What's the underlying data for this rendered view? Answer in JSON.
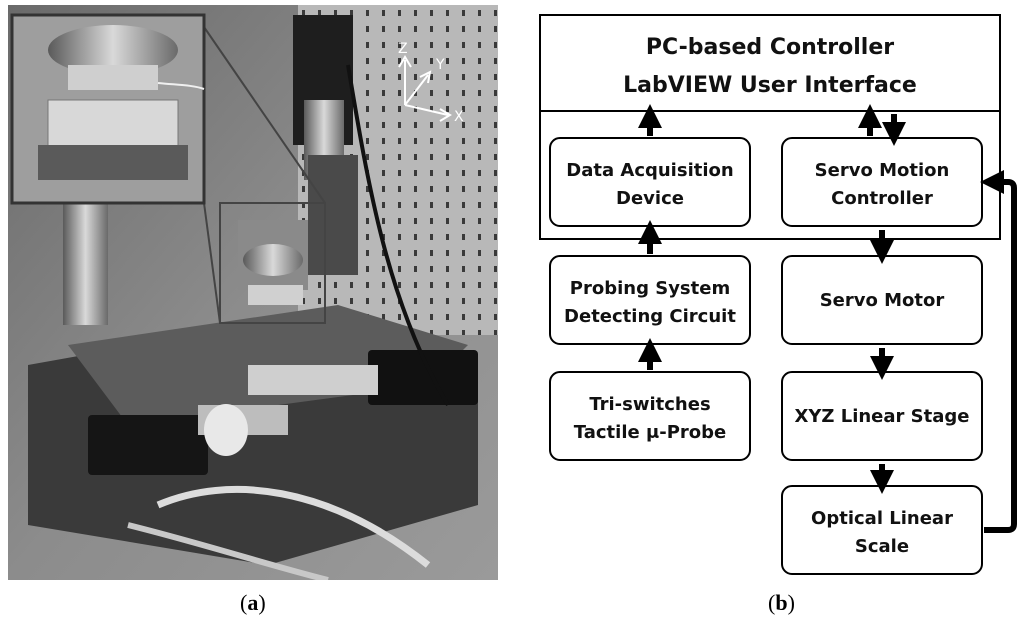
{
  "captions": {
    "a": "a",
    "b": "b"
  },
  "photo": {
    "axes": {
      "z": "Z",
      "y": "Y",
      "x": "X"
    }
  },
  "diagram": {
    "pc": {
      "line1": "PC-based Controller",
      "line2": "LabVIEW User Interface"
    },
    "daq": {
      "line1": "Data Acquisition",
      "line2": "Device"
    },
    "servo_ctrl": {
      "line1": "Servo Motion",
      "line2": "Controller"
    },
    "probing": {
      "line1": "Probing System",
      "line2": "Detecting Circuit"
    },
    "servo_motor": {
      "line1": "Servo Motor"
    },
    "tri_switch": {
      "line1": "Tri-switches",
      "line2": "Tactile μ-Probe"
    },
    "xyz_stage": {
      "line1": "XYZ Linear Stage"
    },
    "optical_scale": {
      "line1": "Optical Linear",
      "line2": "Scale"
    }
  },
  "colors": {
    "photo_dark": "#2a2a2a",
    "photo_mid": "#7a7a7a",
    "photo_light": "#c8c8c8",
    "line": "#000000"
  }
}
